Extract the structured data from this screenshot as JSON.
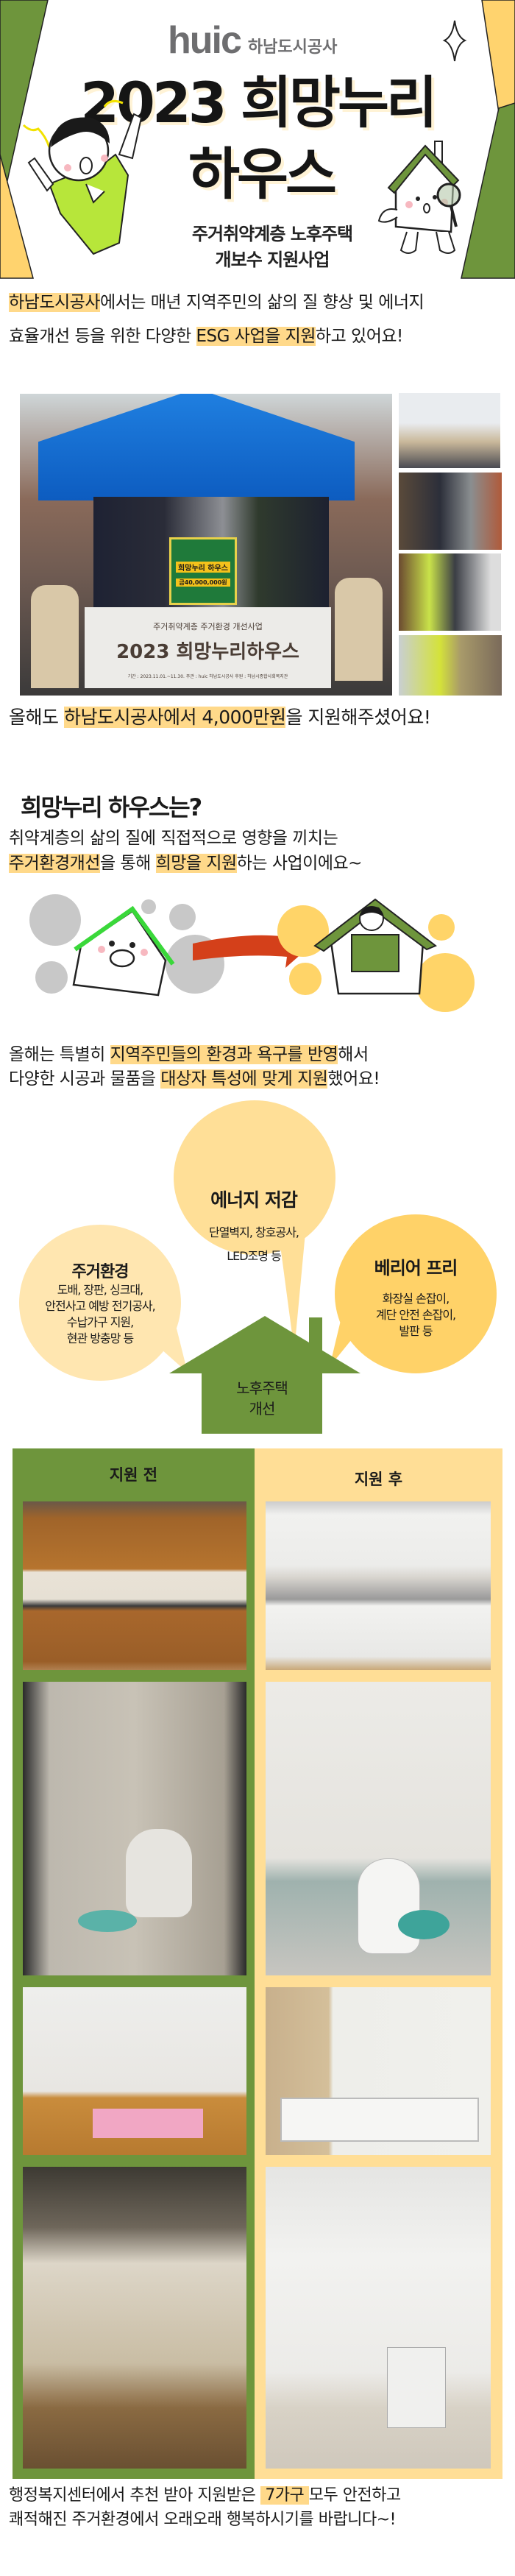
{
  "header": {
    "logo_mark": "huic",
    "logo_name": "하남도시공사",
    "title_line1": "2023 희망누리",
    "title_line2": "하우스",
    "subtitle_line1": "주거취약계층 노후주택",
    "subtitle_line2": "개보수 지원사업"
  },
  "intro": {
    "line1_hl": "하남도시공사",
    "line1_rest": "에서는 매년 지역주민의 삶의 질 향상 및 에너지",
    "line2_a": "효율개선 등을  위한 다양한 ",
    "line2_hl": "ESG 사업을 지원",
    "line2_b": "하고 있어요!"
  },
  "photo_section": {
    "banner_line1": "주거취약계층 주거환경 개선사업",
    "banner_line2": "2023 희망누리하우스",
    "banner_line3": "기간 : 2023.11.01.~11.30.   주관 : huic 하남도시공사   후원 : 하남시종합사회복지관",
    "placard_title": "희망누리 하우스",
    "placard_amount": "금40,000,000원",
    "caption_a": "올해도 ",
    "caption_hl": "하남도시공사에서 4,000만원",
    "caption_b": "을 지원해주셨어요!"
  },
  "about": {
    "title": "희망누리 하우스는?",
    "line1": "취약계층의 삶의 질에 직접적으로 영향을 끼치는",
    "line2_hl1": "주거환경개선",
    "line2_a": "을 통해 ",
    "line2_hl2": "희망을 지원",
    "line2_b": "하는 사업이에요~"
  },
  "special": {
    "line1_a": "올해는 특별히 ",
    "line1_hl": "지역주민들의 환경과 욕구를 반영",
    "line1_b": "해서",
    "line2_a": "다양한 시공과 물품을 ",
    "line2_hl": "대상자 특성에 맞게 지원",
    "line2_b": "했어요!"
  },
  "bubbles": {
    "energy": {
      "title": "에너지 저감",
      "lines": [
        "단열벽지, 창호공사,",
        "LED조명 등"
      ]
    },
    "housing": {
      "title": "주거환경",
      "lines": [
        "도배, 장판, 싱크대,",
        "안전사고 예방 전기공사,",
        "수납가구 지원,",
        "현관 방충망 등"
      ]
    },
    "barrier": {
      "title": "베리어 프리",
      "lines": [
        "화장실 손잡이,",
        "계단 안전 손잡이,",
        "발판 등"
      ]
    },
    "house_line1": "노후주택",
    "house_line2": "개선"
  },
  "compare": {
    "before_label": "지원 전",
    "after_label": "지원 후",
    "before_color": "#6E953C",
    "after_color": "#FFDE96"
  },
  "closing": {
    "line1_a": "행정복지센터에서 추천 받아 지원받은 ",
    "line1_hl": " 7가구 ",
    "line1_b": "모두 안전하고",
    "line2": "쾌적해진 주거환경에서 오래오래 행복하시기를 바랍니다~!"
  }
}
